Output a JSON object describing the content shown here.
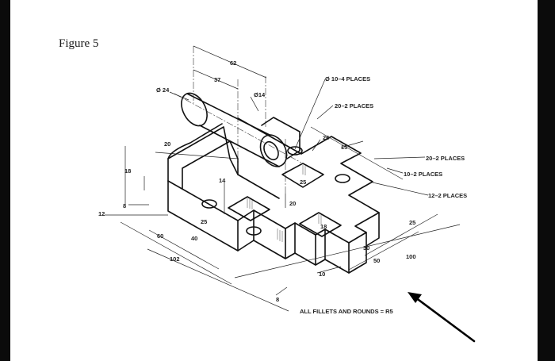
{
  "figure_title": "Figure 5",
  "dimensions": {
    "d62": "62",
    "d37": "37",
    "dia24": "Ø 24",
    "dia14": "Ø14",
    "hole_note": "Ø 10–4 PLACES",
    "slot_note_a": "20–2 PLACES",
    "d26": "26",
    "d15": "15",
    "slot_note_b": "20–2 PLACES",
    "slot_note_c": "10–2 PLACES",
    "slot_note_d": "12–2 PLACES",
    "d20_top": "20",
    "d18": "18",
    "d8_left": "8",
    "d12": "12",
    "d14": "14",
    "d25_upper": "25",
    "d20_mid": "20",
    "d25_lower": "25",
    "d18_inner": "18",
    "d60": "60",
    "d40": "40",
    "d102": "102",
    "d25_right": "25",
    "d30": "30",
    "d50": "50",
    "d100": "100",
    "d10": "10",
    "d8_bottom": "8"
  },
  "general_note": "ALL FILLETS AND ROUNDS = R5",
  "colors": {
    "line": "#111111",
    "border": "#0b0b0b"
  }
}
